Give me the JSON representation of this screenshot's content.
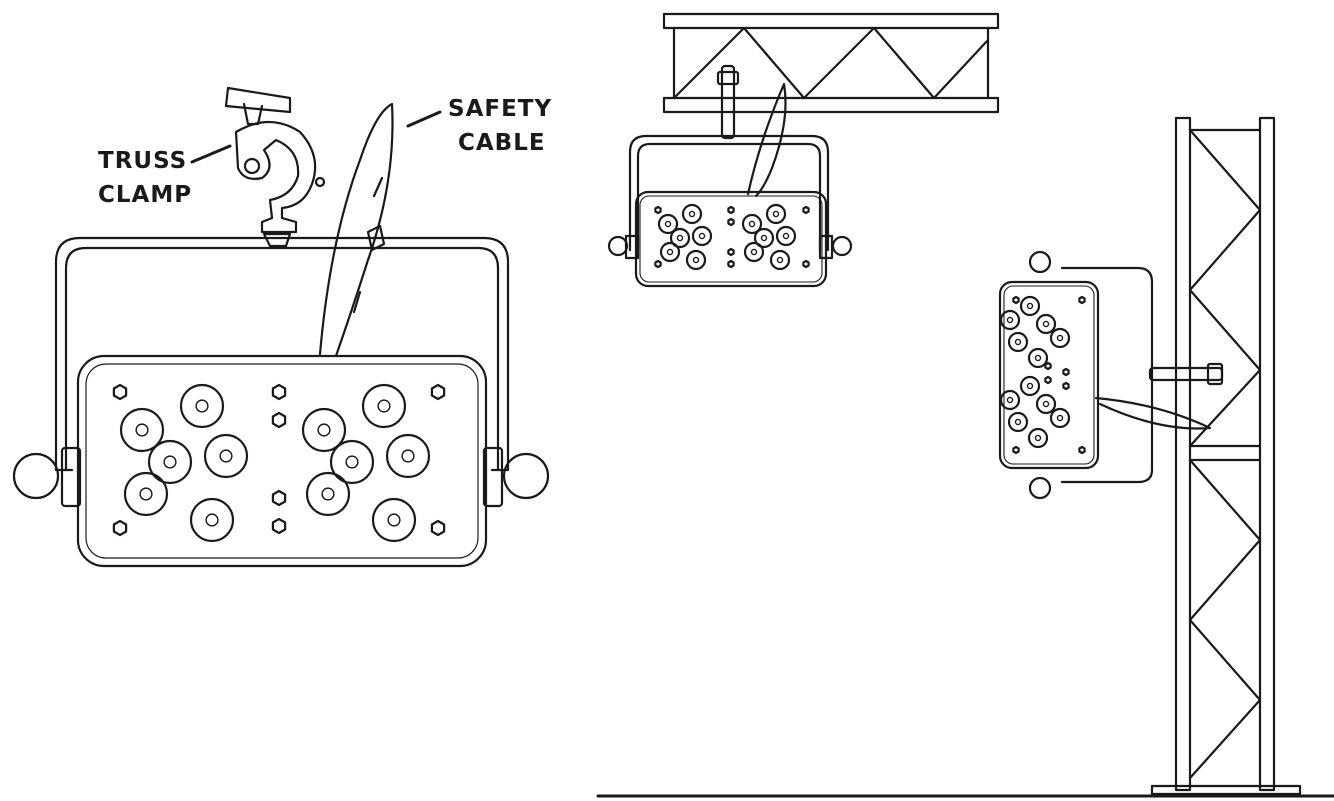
{
  "labels": {
    "truss_clamp": [
      "TRUSS",
      "CLAMP"
    ],
    "safety_cable": [
      "SAFETY",
      "CABLE"
    ]
  },
  "colors": {
    "line": "#1a1a1a",
    "background": "#ffffff"
  },
  "fixture": {
    "lens_count": 12,
    "screw_count": 8
  }
}
